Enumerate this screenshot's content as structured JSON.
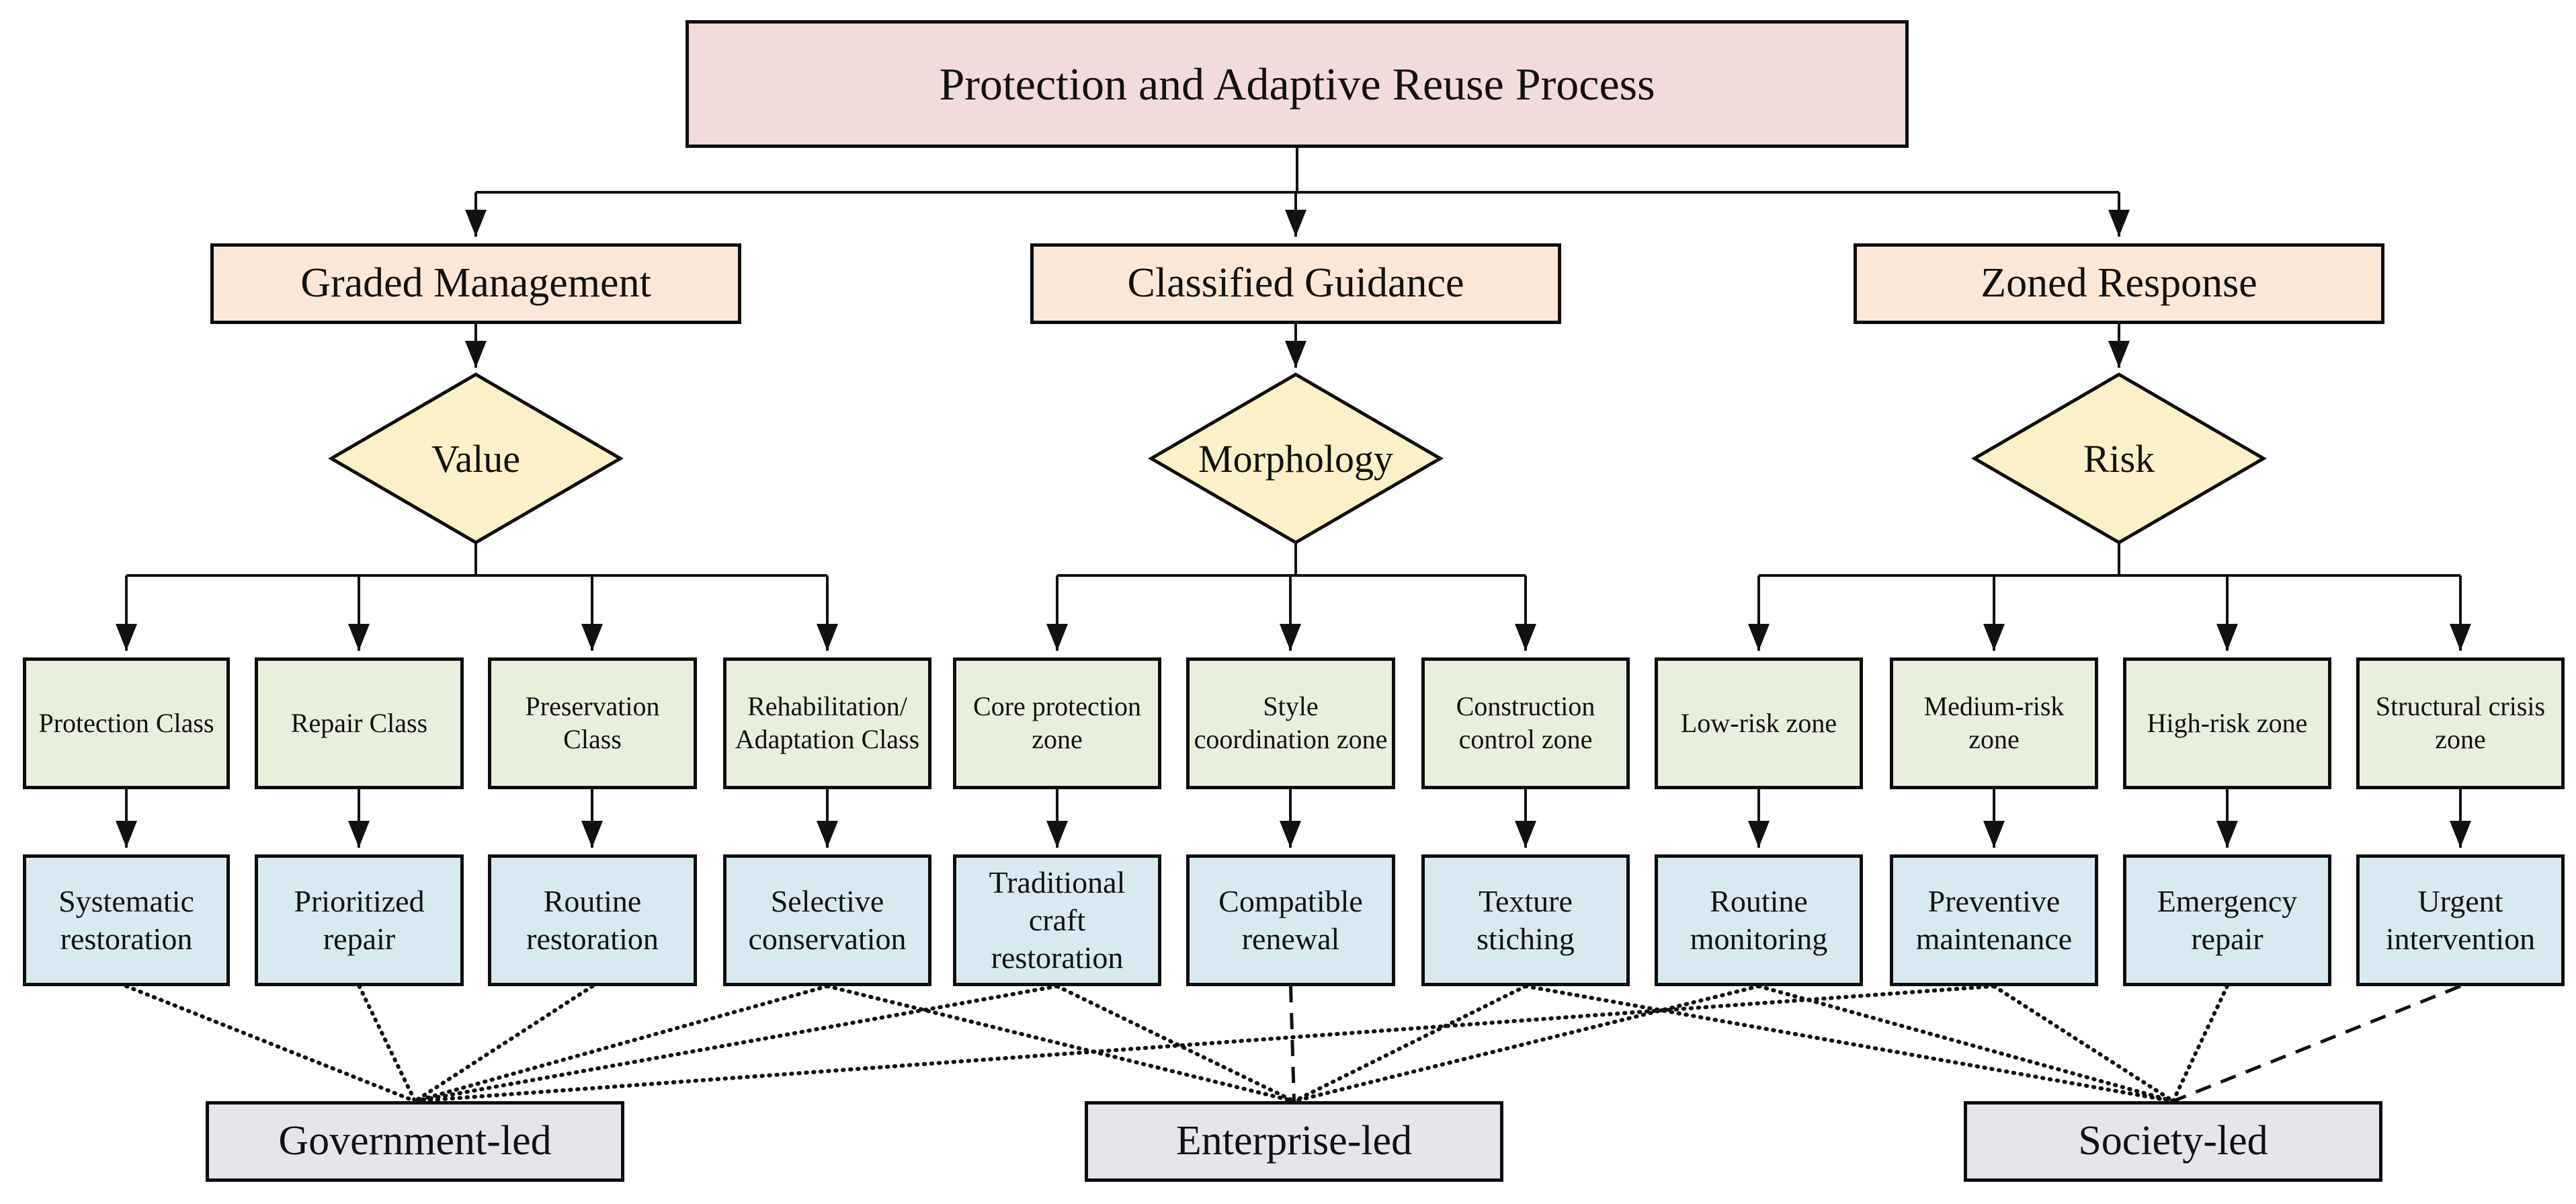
{
  "diagram_title": "Protection and Adaptive Reuse Process",
  "pillars": [
    {
      "label": "Graded Management",
      "criterion": "Value"
    },
    {
      "label": "Classified Guidance",
      "criterion": "Morphology"
    },
    {
      "label": "Zoned Response",
      "criterion": "Risk"
    }
  ],
  "categories": [
    {
      "label": "Protection Class"
    },
    {
      "label": "Repair Class"
    },
    {
      "label": "Preservation Class"
    },
    {
      "label": "Rehabilitation/ Adaptation Class"
    },
    {
      "label": "Core protection zone"
    },
    {
      "label": "Style coordination zone"
    },
    {
      "label": "Construction control zone"
    },
    {
      "label": "Low-risk zone"
    },
    {
      "label": "Medium-risk zone"
    },
    {
      "label": "High-risk zone"
    },
    {
      "label": "Structural crisis zone"
    }
  ],
  "strategies": [
    {
      "id": "systematic-restoration",
      "label": "Systematic restoration"
    },
    {
      "id": "prioritized-repair",
      "label": "Prioritized repair"
    },
    {
      "id": "routine-restoration",
      "label": "Routine restoration"
    },
    {
      "id": "selective-conservation",
      "label": "Selective conservation"
    },
    {
      "id": "traditional-craft-restoration",
      "label": "Traditional craft restoration"
    },
    {
      "id": "compatible-renewal",
      "label": "Compatible renewal"
    },
    {
      "id": "texture-stiching",
      "label": "Texture stiching"
    },
    {
      "id": "routine-monitoring",
      "label": "Routine monitoring"
    },
    {
      "id": "preventive-maintenance",
      "label": "Preventive maintenance"
    },
    {
      "id": "emergency-repair",
      "label": "Emergency repair"
    },
    {
      "id": "urgent-intervention",
      "label": "Urgent intervention"
    }
  ],
  "leaders": [
    {
      "id": "government-led",
      "label": "Government-led"
    },
    {
      "id": "enterprise-led",
      "label": "Enterprise-led"
    },
    {
      "id": "society-led",
      "label": "Society-led"
    }
  ],
  "edges": [
    {
      "from": "systematic-restoration",
      "to": "government-led",
      "style": "dotted"
    },
    {
      "from": "prioritized-repair",
      "to": "government-led",
      "style": "dotted"
    },
    {
      "from": "routine-restoration",
      "to": "government-led",
      "style": "dotted"
    },
    {
      "from": "selective-conservation",
      "to": "government-led",
      "style": "dotted"
    },
    {
      "from": "selective-conservation",
      "to": "enterprise-led",
      "style": "dotted"
    },
    {
      "from": "traditional-craft-restoration",
      "to": "government-led",
      "style": "dotted"
    },
    {
      "from": "traditional-craft-restoration",
      "to": "enterprise-led",
      "style": "dotted"
    },
    {
      "from": "compatible-renewal",
      "to": "enterprise-led",
      "style": "dashed"
    },
    {
      "from": "texture-stiching",
      "to": "enterprise-led",
      "style": "dotted"
    },
    {
      "from": "texture-stiching",
      "to": "society-led",
      "style": "dotted"
    },
    {
      "from": "routine-monitoring",
      "to": "enterprise-led",
      "style": "dotted"
    },
    {
      "from": "routine-monitoring",
      "to": "society-led",
      "style": "dotted"
    },
    {
      "from": "preventive-maintenance",
      "to": "government-led",
      "style": "dotted"
    },
    {
      "from": "preventive-maintenance",
      "to": "society-led",
      "style": "dotted"
    },
    {
      "from": "emergency-repair",
      "to": "society-led",
      "style": "dotted"
    },
    {
      "from": "urgent-intervention",
      "to": "society-led",
      "style": "dashed"
    }
  ],
  "colors": {
    "title_fill": "#f1dcdb",
    "pillar_fill": "#fbe7d8",
    "diamond_fill": "#fcf0c8",
    "category_fill": "#e9efdd",
    "strategy_fill": "#d9e9f1",
    "leader_fill": "#e7e5ec",
    "line": "#111111",
    "border": "#0d0d0d"
  }
}
